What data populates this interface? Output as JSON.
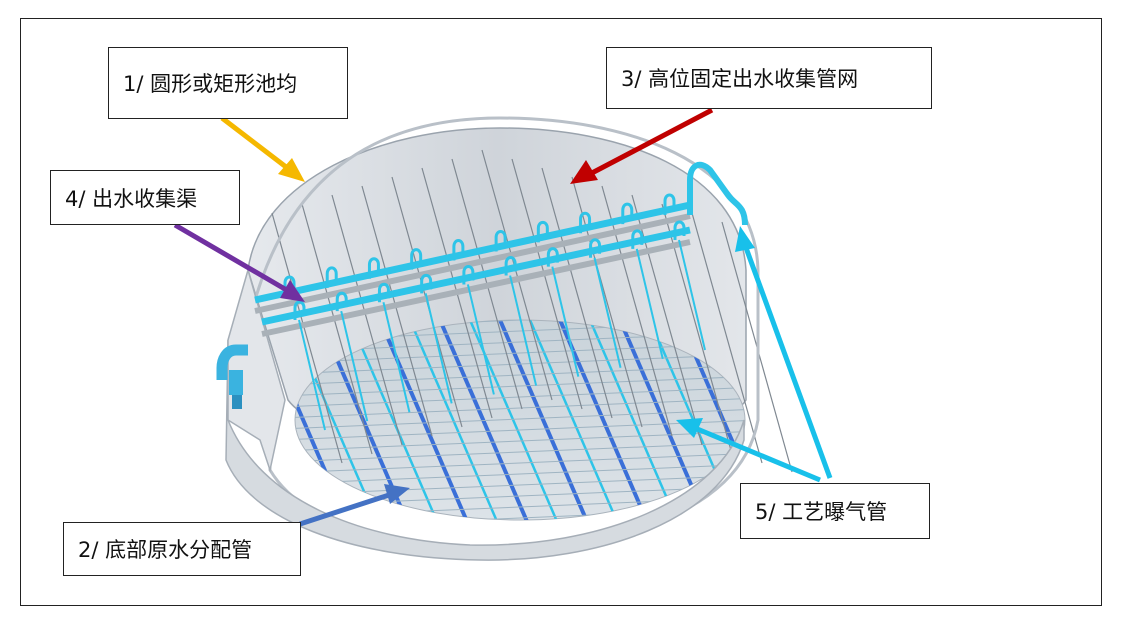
{
  "labels": {
    "tank_shape": "1/ 圆形或矩形池均",
    "bottom_distribution_pipe": "2/ 底部原水分配管",
    "outlet_collection_network": "3/ 高位固定出水收集管网",
    "outlet_channel": "4/ 出水收集渠",
    "aeration_pipe": "5/ 工艺曝气管"
  },
  "colors": {
    "arrow_tank_shape": "#f5b800",
    "arrow_outlet_network": "#c00000",
    "arrow_outlet_channel": "#7030a0",
    "arrow_distribution": "#4472c4",
    "arrow_aeration": "#18c0ea",
    "pipe_cyan": "#2ec4e8",
    "pipe_blue": "#3a6fd8",
    "concrete": "#d9dde2"
  }
}
